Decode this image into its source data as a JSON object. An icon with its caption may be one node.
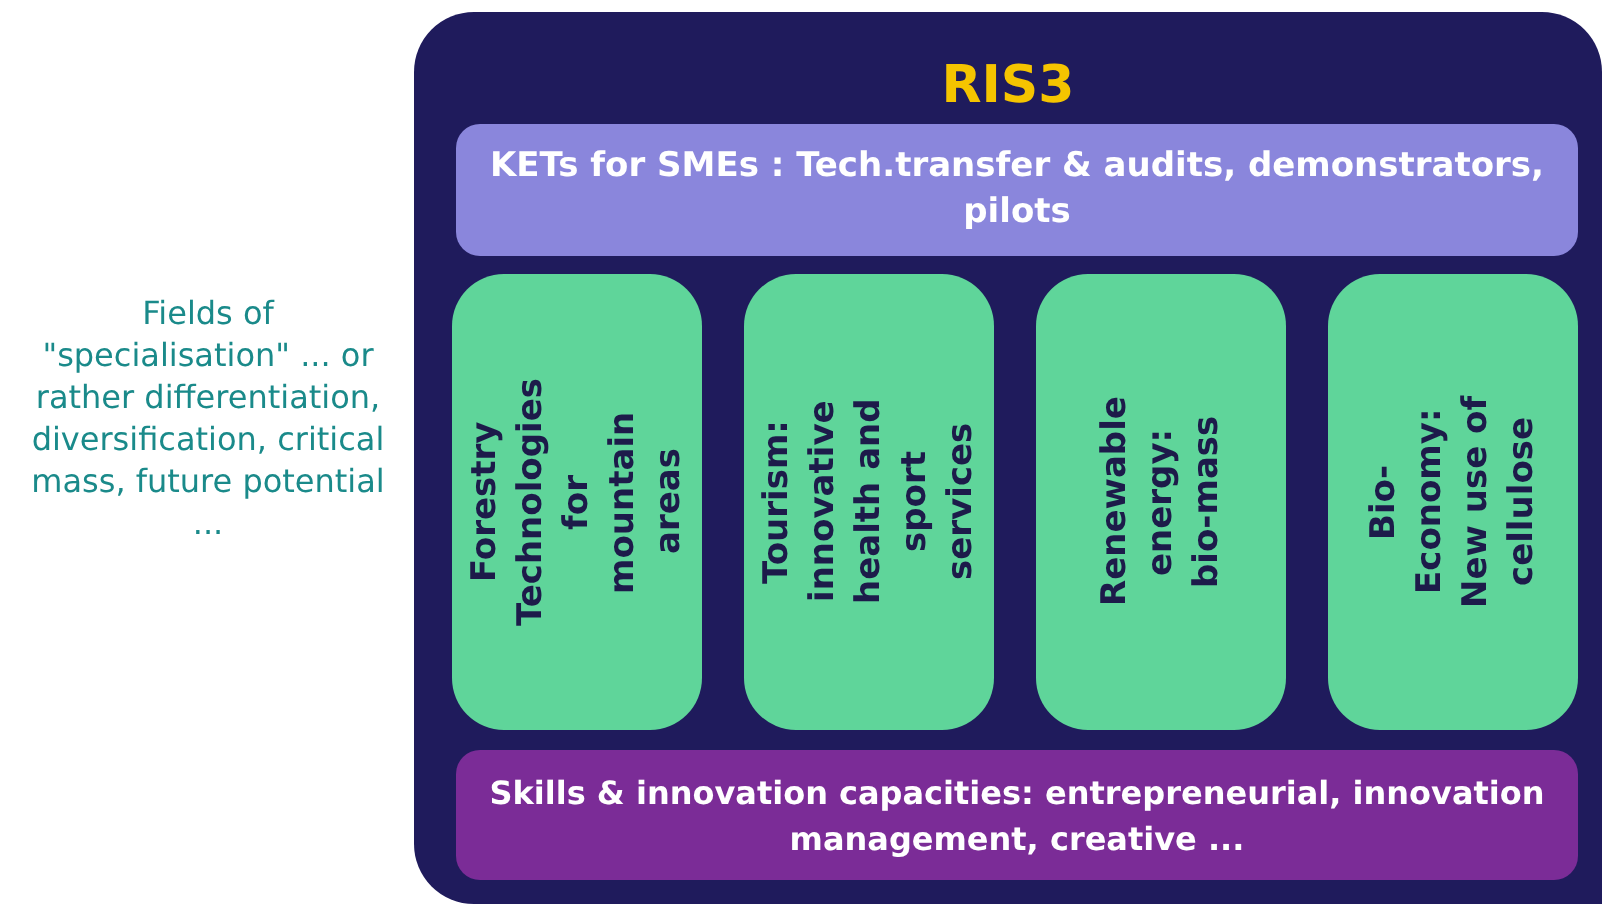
{
  "diagram": {
    "nodes": [
      {
        "text": [
          "RIS3"
        ]
      },
      {
        "text": [
          "KETs for SMEs : Tech.transfer & audits, demonstrators, pilots"
        ],
        "in": 0
      },
      {
        "text": [
          "Forestry Technologies for mountain areas"
        ],
        "in": 0
      },
      {
        "text": [
          "Tourism: innovative health and sport services"
        ],
        "in": 0
      },
      {
        "text": [
          "Renewable energy: bio-mass"
        ],
        "in": 0
      },
      {
        "text": [
          "Bio-Economy: New use of cellulose"
        ],
        "in": 0
      },
      {
        "text": [
          "Skills & innovation capacities: entrepreneurial, innovation management, creative ..."
        ],
        "in": 0
      }
    ],
    "edges": [],
    "labels": [
      "Fields of \"specialisation\" ... or rather differentiation, diversification, critical mass, future potential ..."
    ]
  }
}
